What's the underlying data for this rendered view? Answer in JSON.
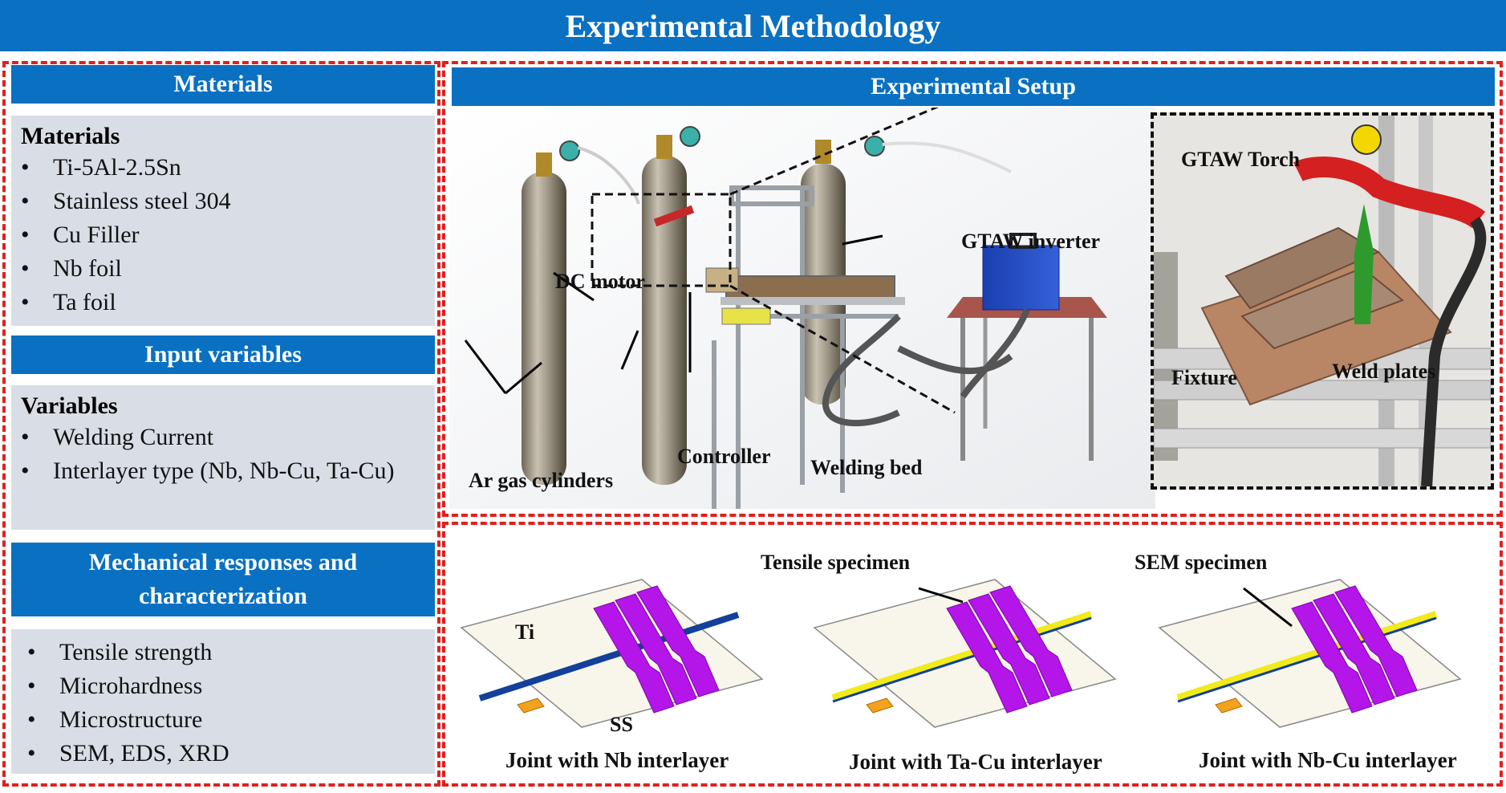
{
  "title": "Experimental Methodology",
  "left": {
    "materials_header": "Materials",
    "materials_title": "Materials",
    "materials_items": [
      "Ti-5Al-2.5Sn",
      "Stainless steel 304",
      "Cu Filler",
      "Nb foil",
      "Ta foil"
    ],
    "input_header": "Input variables",
    "variables_title": "Variables",
    "variables_items": [
      "Welding Current",
      "Interlayer type (Nb, Nb-Cu, Ta-Cu)"
    ],
    "responses_header": "Mechanical responses and characterization",
    "responses_items": [
      "Tensile strength",
      "Microhardness",
      "Microstructure",
      "SEM, EDS, XRD"
    ]
  },
  "setup": {
    "header": "Experimental Setup",
    "labels": {
      "dc_motor": "DC motor",
      "gtaw_inverter": "GTAW inverter",
      "ar_gas": "Ar gas cylinders",
      "controller": "Controller",
      "welding_bed": "Welding bed",
      "gtaw_torch": "GTAW Torch",
      "fixture": "Fixture",
      "weld_plates": "Weld plates"
    }
  },
  "specimens": {
    "ti": "Ti",
    "ss": "SS",
    "tensile": "Tensile specimen",
    "sem": "SEM specimen",
    "captions": [
      "Joint with Nb interlayer",
      "Joint with Ta-Cu interlayer",
      "Joint with Nb-Cu interlayer"
    ]
  },
  "colors": {
    "banner_blue": "#0A70C2",
    "dash_red": "#E0201F",
    "grey_panel": "#D9DEE6",
    "specimen_purple": "#B415E8",
    "nb_blue": "#12409A",
    "cu_yellow": "#F2EA1A",
    "block_orange": "#F2A21E"
  }
}
